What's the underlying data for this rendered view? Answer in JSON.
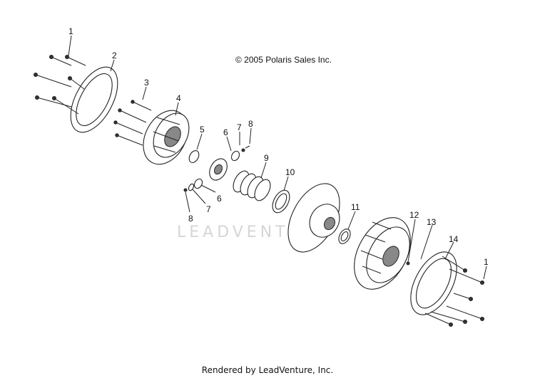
{
  "copyright": "© 2005 Polaris Sales Inc.",
  "watermark": "LEADVENTURE",
  "footer": "Rendered by LeadVenture, Inc.",
  "callouts": [
    {
      "id": "c1a",
      "text": "1"
    },
    {
      "id": "c2",
      "text": "2"
    },
    {
      "id": "c3",
      "text": "3"
    },
    {
      "id": "c4",
      "text": "4"
    },
    {
      "id": "c5",
      "text": "5"
    },
    {
      "id": "c6a",
      "text": "6"
    },
    {
      "id": "c7a",
      "text": "7"
    },
    {
      "id": "c8a",
      "text": "8"
    },
    {
      "id": "c9",
      "text": "9"
    },
    {
      "id": "c10",
      "text": "10"
    },
    {
      "id": "c6b",
      "text": "6"
    },
    {
      "id": "c7b",
      "text": "7"
    },
    {
      "id": "c8b",
      "text": "8"
    },
    {
      "id": "c11",
      "text": "11"
    },
    {
      "id": "c12",
      "text": "12"
    },
    {
      "id": "c13",
      "text": "13"
    },
    {
      "id": "c14",
      "text": "14"
    },
    {
      "id": "c1b",
      "text": "1"
    }
  ]
}
